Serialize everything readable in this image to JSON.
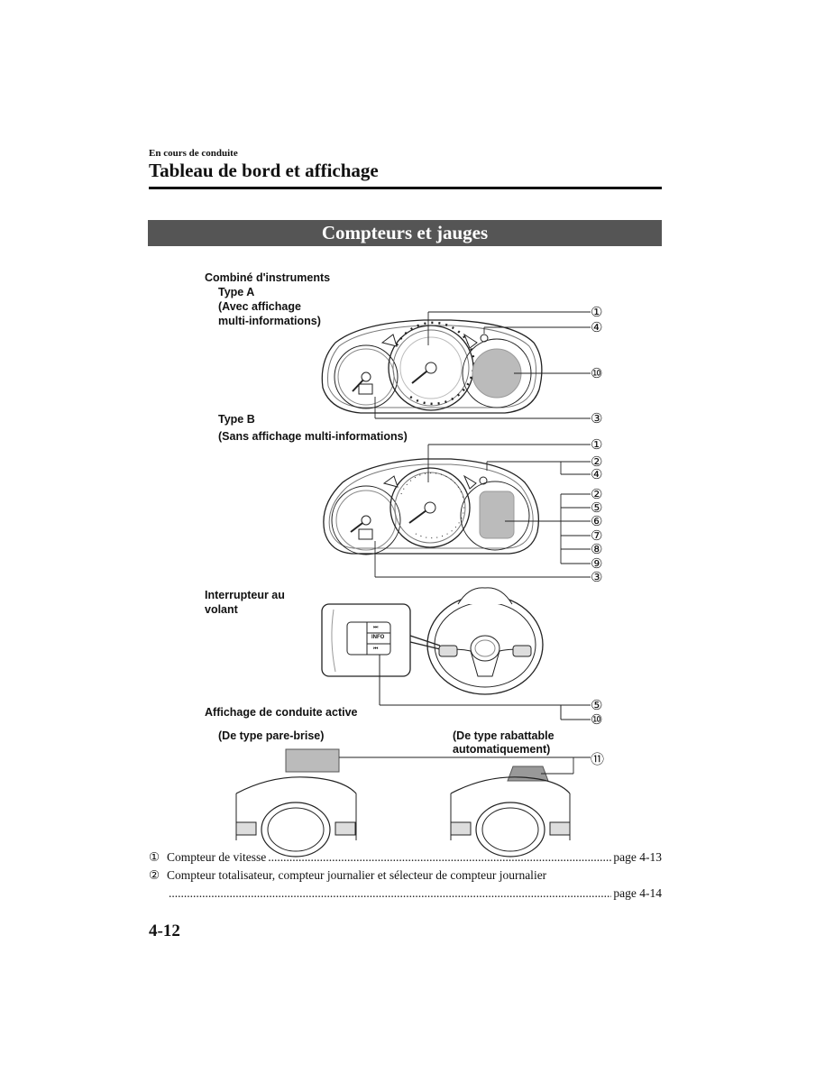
{
  "header": {
    "section_label": "En cours de conduite",
    "page_title": "Tableau de bord et affichage"
  },
  "banner": {
    "title": "Compteurs et jauges"
  },
  "figure": {
    "cluster_heading": "Combiné d'instruments",
    "type_a": {
      "title": "Type A",
      "line1": "(Avec affichage",
      "line2": "multi-informations)"
    },
    "type_b": {
      "title": "Type B",
      "subtitle": "(Sans affichage multi-informations)"
    },
    "steering": {
      "line1": "Interrupteur au",
      "line2": "volant",
      "switch_top": "⏭",
      "switch_info": "INFO",
      "switch_bottom": "⏮"
    },
    "active_display": {
      "heading": "Affichage de conduite active",
      "windshield": "(De type pare-brise)",
      "popup_line1": "(De type rabattable",
      "popup_line2": "automatiquement)"
    },
    "callouts": {
      "a1": "①",
      "a4": "④",
      "a10": "⑩",
      "a3": "③",
      "b1": "①",
      "b2": "②",
      "b4": "④",
      "b2b": "②",
      "b5": "⑤",
      "b6": "⑥",
      "b7": "⑦",
      "b8": "⑧",
      "b9": "⑨",
      "b3": "③",
      "s5": "⑤",
      "s10": "⑩",
      "d11": "⑪"
    }
  },
  "toc": [
    {
      "num": "①",
      "label": "Compteur de vitesse",
      "page": "page 4-13"
    },
    {
      "num": "②",
      "label": "Compteur totalisateur, compteur journalier et sélecteur de compteur journalier",
      "page": "page 4-14"
    }
  ],
  "footer": {
    "page_number": "4-12"
  }
}
